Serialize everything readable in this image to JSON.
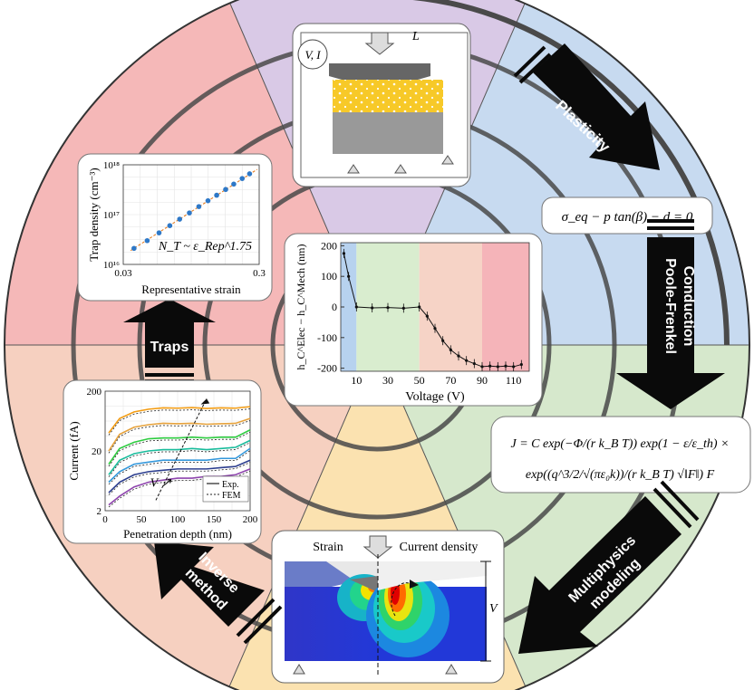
{
  "panels": {
    "setup": {
      "source_label": "V, I",
      "load_label": "L"
    },
    "arrows": {
      "plasticity": "Plasticity",
      "conduction_1": "Poole-Frenkel",
      "conduction_2": "Conduction",
      "multiphysics_1": "Multiphysics",
      "multiphysics_2": "modeling",
      "inverse_1": "Inverse",
      "inverse_2": "method",
      "traps": "Traps"
    },
    "equations": {
      "yield": "σ_eq − p tan(β) − d = 0",
      "current_1": "J = C exp(−Φ/(r k_B T)) exp(1 − ε/ε_th) ×",
      "current_2": "exp((q^3/2/√(πε₀k))/(r k_B T) √‖F‖) F"
    },
    "fem": {
      "strain_label": "Strain",
      "current_label": "Current density",
      "voltage_symbol": "V"
    },
    "colors": {
      "traps": "#f5b8b8",
      "indentation": "#d9c9e6",
      "plasticity": "#c7daf0",
      "conduction": "#d6e8cc",
      "multiphysics": "#fbe2b0",
      "inverse": "#f6d0c0"
    }
  },
  "chart_data": [
    {
      "type": "scatter",
      "xlabel": "Representative strain",
      "ylabel": "Trap density (cm⁻³)",
      "x_scale": "log",
      "y_scale": "log",
      "xlim": [
        0.03,
        0.3
      ],
      "ylim": [
        1e+16,
        1e+18
      ],
      "x_tick_labels": [
        "0.03",
        "0.3"
      ],
      "y_tick_labels": [
        "10¹⁶",
        "10¹⁷",
        "10¹⁸"
      ],
      "annotation": "N_T ~ ε_Rep^1.75",
      "x": [
        0.036,
        0.045,
        0.055,
        0.066,
        0.078,
        0.092,
        0.108,
        0.126,
        0.146,
        0.17,
        0.195,
        0.225,
        0.255
      ],
      "y": [
        2.1e+16,
        3e+16,
        4.3e+16,
        6e+16,
        8.1e+16,
        1.08e+17,
        1.45e+17,
        1.9e+17,
        2.45e+17,
        3.2e+17,
        4.1e+17,
        5.3e+17,
        6.6e+17
      ],
      "fit": "dashed"
    },
    {
      "type": "line",
      "xlabel": "Voltage (V)",
      "ylabel": "h_C^Elec − h_C^Mech (nm)",
      "xlim": [
        0,
        120
      ],
      "ylim": [
        -210,
        210
      ],
      "x_ticks": [
        10,
        30,
        50,
        70,
        90,
        110
      ],
      "y_ticks": [
        200,
        100,
        0,
        -100,
        -200
      ],
      "regions": [
        {
          "from": 0,
          "to": 10,
          "color": "#b7d2ef"
        },
        {
          "from": 10,
          "to": 50,
          "color": "#d9edcf"
        },
        {
          "from": 50,
          "to": 90,
          "color": "#f6d3c6"
        },
        {
          "from": 90,
          "to": 120,
          "color": "#f5b4b9"
        }
      ],
      "x": [
        2,
        5,
        10,
        20,
        30,
        40,
        50,
        55,
        60,
        65,
        70,
        75,
        80,
        85,
        90,
        95,
        100,
        105,
        110,
        115
      ],
      "y": [
        175,
        100,
        0,
        -3,
        -2,
        -4,
        0,
        -30,
        -70,
        -110,
        -140,
        -160,
        -175,
        -185,
        -195,
        -193,
        -195,
        -193,
        -195,
        -188
      ]
    },
    {
      "type": "line",
      "xlabel": "Penetration depth (nm)",
      "ylabel": "Current (fA)",
      "y_scale": "log",
      "xlim": [
        0,
        200
      ],
      "ylim": [
        2,
        200
      ],
      "x_ticks": [
        0,
        50,
        100,
        150,
        200
      ],
      "y_tick_labels": [
        "2",
        "20",
        "200"
      ],
      "legend": [
        "Exp.",
        "FEM"
      ],
      "annotation": "V ↗",
      "series": [
        {
          "color": "#f39c12",
          "x": [
            5,
            20,
            40,
            60,
            80,
            100,
            120,
            140,
            160,
            180,
            200
          ],
          "y": [
            40,
            70,
            90,
            100,
            105,
            104,
            106,
            103,
            105,
            104,
            110
          ]
        },
        {
          "color": "#e6a23c",
          "x": [
            5,
            20,
            40,
            60,
            80,
            100,
            120,
            140,
            160,
            180,
            200
          ],
          "y": [
            20,
            38,
            50,
            55,
            58,
            57,
            58,
            56,
            57,
            58,
            70
          ]
        },
        {
          "color": "#2ecc40",
          "x": [
            5,
            20,
            40,
            60,
            80,
            100,
            120,
            140,
            160,
            180,
            200
          ],
          "y": [
            12,
            22,
            28,
            32,
            33,
            33,
            34,
            33,
            34,
            34,
            45
          ]
        },
        {
          "color": "#1abc9c",
          "x": [
            5,
            20,
            40,
            60,
            80,
            100,
            120,
            140,
            160,
            180,
            200
          ],
          "y": [
            8,
            14,
            18,
            20,
            21,
            21,
            22,
            21,
            22,
            23,
            30
          ]
        },
        {
          "color": "#3498db",
          "x": [
            5,
            20,
            40,
            60,
            80,
            100,
            120,
            140,
            160,
            180,
            200
          ],
          "y": [
            6,
            9,
            12,
            13,
            14,
            14,
            14,
            14,
            15,
            15,
            22
          ]
        },
        {
          "color": "#2c3e8f",
          "x": [
            5,
            20,
            40,
            60,
            80,
            100,
            120,
            140,
            160,
            180,
            200
          ],
          "y": [
            4,
            6,
            8,
            9,
            9.5,
            10,
            10,
            10,
            10.5,
            11,
            14
          ]
        },
        {
          "color": "#8e44ad",
          "x": [
            5,
            20,
            40,
            60,
            80,
            100,
            120,
            140,
            160,
            180,
            200
          ],
          "y": [
            2.5,
            3.5,
            5,
            6,
            6.5,
            7,
            7,
            7.5,
            7.5,
            8,
            10
          ]
        }
      ]
    }
  ]
}
